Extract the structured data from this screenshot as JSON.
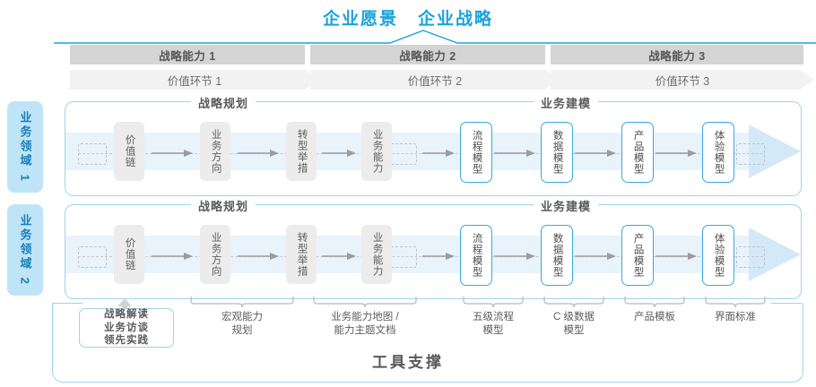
{
  "vision": {
    "words": [
      "企业愿景",
      "企业战略"
    ],
    "accent": "#1aa3dd"
  },
  "capabilities": {
    "items": [
      "战略能力 1",
      "战略能力 2",
      "战略能力 3"
    ],
    "bar_color": "#d4d4d4"
  },
  "value_segments": {
    "items": [
      "价值环节 1",
      "价值环节 2",
      "价值环节 3"
    ],
    "bar_color": "#f2f2f2"
  },
  "domains": [
    {
      "tab_label": "业务领域 1",
      "sections": {
        "planning": "战略规划",
        "modeling": "业务建模"
      },
      "nodes": [
        {
          "label": "价值链",
          "style": "gray"
        },
        {
          "label": "业务方向",
          "style": "gray"
        },
        {
          "label": "转型举措",
          "style": "gray"
        },
        {
          "label": "业务能力",
          "style": "gray"
        },
        {
          "label": "流程模型",
          "style": "blue"
        },
        {
          "label": "数据模型",
          "style": "blue"
        },
        {
          "label": "产品模型",
          "style": "blue"
        },
        {
          "label": "体验模型",
          "style": "blue"
        }
      ]
    },
    {
      "tab_label": "业务领域 2",
      "sections": {
        "planning": "战略规划",
        "modeling": "业务建模"
      },
      "nodes": [
        {
          "label": "价值链",
          "style": "gray"
        },
        {
          "label": "业务方向",
          "style": "gray"
        },
        {
          "label": "转型举措",
          "style": "gray"
        },
        {
          "label": "业务能力",
          "style": "gray"
        },
        {
          "label": "流程模型",
          "style": "blue"
        },
        {
          "label": "数据模型",
          "style": "blue"
        },
        {
          "label": "产品模型",
          "style": "blue"
        },
        {
          "label": "体验模型",
          "style": "blue"
        }
      ]
    }
  ],
  "tool_box": {
    "lines": [
      "战略解读",
      "业务访谈",
      "领先实践"
    ]
  },
  "bottom_labels": [
    {
      "line1": "宏观能力",
      "line2": "规划"
    },
    {
      "line1": "业务能力地图 /",
      "line2": "能力主题文档"
    },
    {
      "line1": "五级流程",
      "line2": "模型"
    },
    {
      "line1": "C 级数据",
      "line2": "模型"
    },
    {
      "line1": "产品模板",
      "line2": ""
    },
    {
      "line1": "界面标准",
      "line2": ""
    }
  ],
  "tool_support_title": "工具支撑",
  "colors": {
    "accent_blue": "#1aa3dd",
    "panel_border": "#9fd3ec",
    "tab_bg": "#bfe4f7",
    "band_bg": "#e9f3fb",
    "node_gray": "#ececec",
    "node_blue_border": "#3da7e0"
  }
}
